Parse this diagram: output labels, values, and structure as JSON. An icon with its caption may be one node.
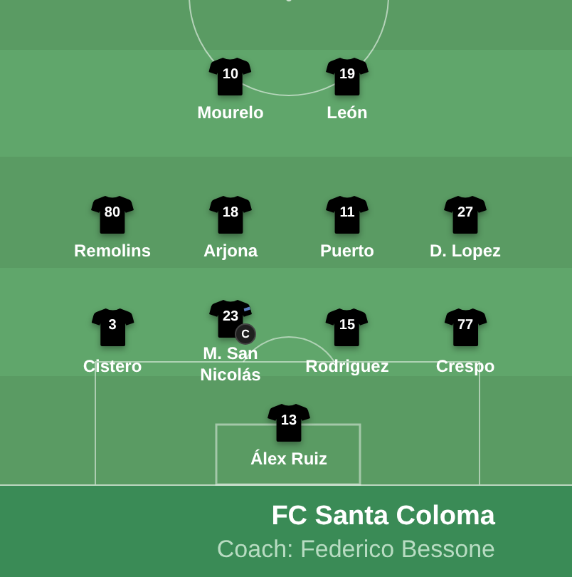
{
  "diagram": {
    "nodes": [
      {
        "text": [
          "10",
          "Mourelo"
        ]
      },
      {
        "text": [
          "19",
          "León"
        ]
      },
      {
        "text": [
          "80",
          "Remolins"
        ]
      },
      {
        "text": [
          "18",
          "Arjona"
        ]
      },
      {
        "text": [
          "11",
          "Puerto"
        ]
      },
      {
        "text": [
          "27",
          "D. Lopez"
        ]
      },
      {
        "text": [
          "3",
          "Cistero"
        ]
      },
      {
        "text": [
          "23",
          "M. San Nicolás"
        ]
      },
      {
        "text": [
          "C"
        ],
        "in": 7
      },
      {
        "text": [
          "15",
          "Rodriguez"
        ]
      },
      {
        "text": [
          "77",
          "Crespo"
        ]
      },
      {
        "text": [
          "13",
          "Álex Ruiz"
        ]
      },
      {
        "text": [
          "FC Santa Coloma",
          "Coach: Federico Bessone"
        ]
      }
    ]
  }
}
